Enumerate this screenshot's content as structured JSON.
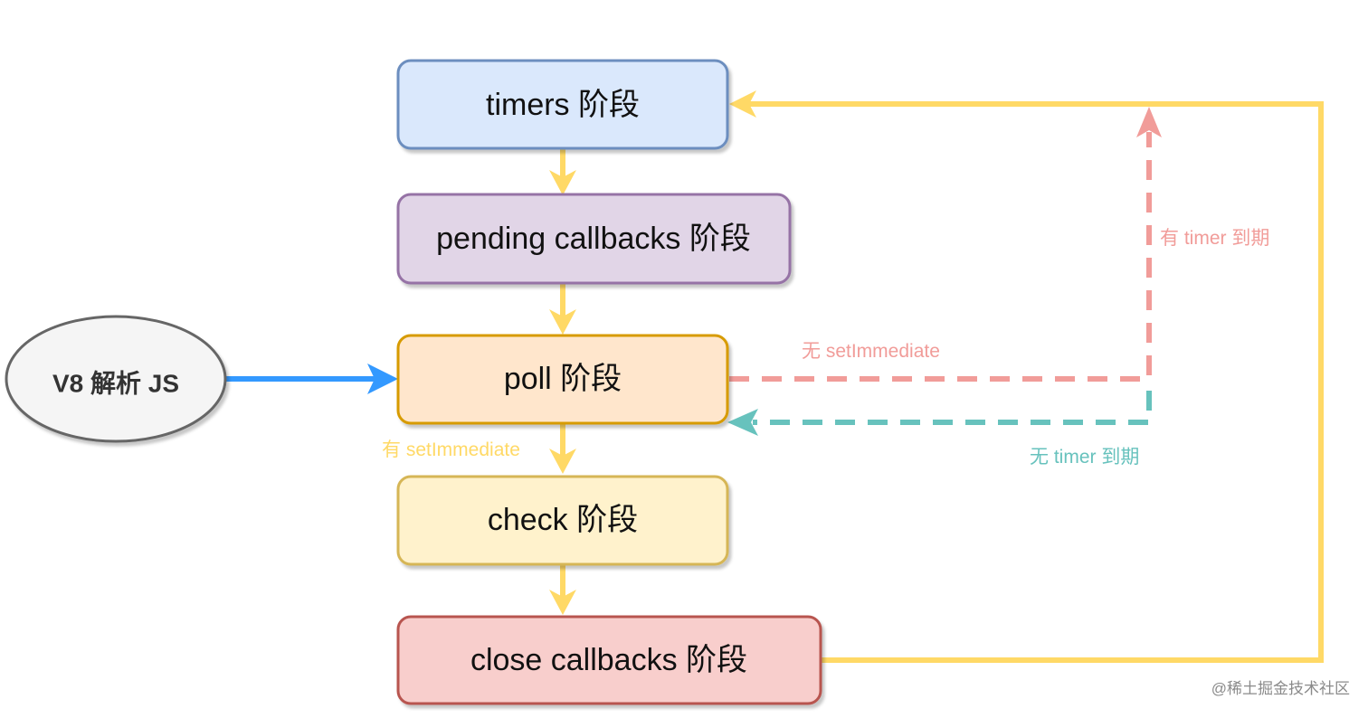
{
  "diagram": {
    "nodes": {
      "timers": {
        "label": "timers 阶段",
        "fill": "#dae8fc",
        "stroke": "#6c8ebf"
      },
      "pending": {
        "label": "pending callbacks 阶段",
        "fill": "#e1d5e7",
        "stroke": "#9673a6"
      },
      "poll": {
        "label": "poll 阶段",
        "fill": "#ffe6cc",
        "stroke": "#d79b00"
      },
      "check": {
        "label": "check 阶段",
        "fill": "#fff2cc",
        "stroke": "#d6b656"
      },
      "close": {
        "label": "close callbacks 阶段",
        "fill": "#f8cecc",
        "stroke": "#b85450"
      },
      "v8": {
        "label": "V8 解析 JS",
        "fill": "#f5f5f5",
        "stroke": "#666666"
      }
    },
    "edge_labels": {
      "no_setimmediate": {
        "text": "无 setImmediate",
        "color": "#f19c99"
      },
      "has_timer_expired": {
        "text": "有 timer 到期",
        "color": "#f19c99"
      },
      "no_timer_expired": {
        "text": "无 timer 到期",
        "color": "#67c2bd"
      },
      "has_setimmediate": {
        "text": "有 setImmediate",
        "color": "#ffd966"
      }
    },
    "colors": {
      "flow": "#ffd966",
      "entry": "#3399ff",
      "pink": "#f19c99",
      "teal": "#67c2bd"
    }
  },
  "watermark": "@稀土掘金技术社区"
}
